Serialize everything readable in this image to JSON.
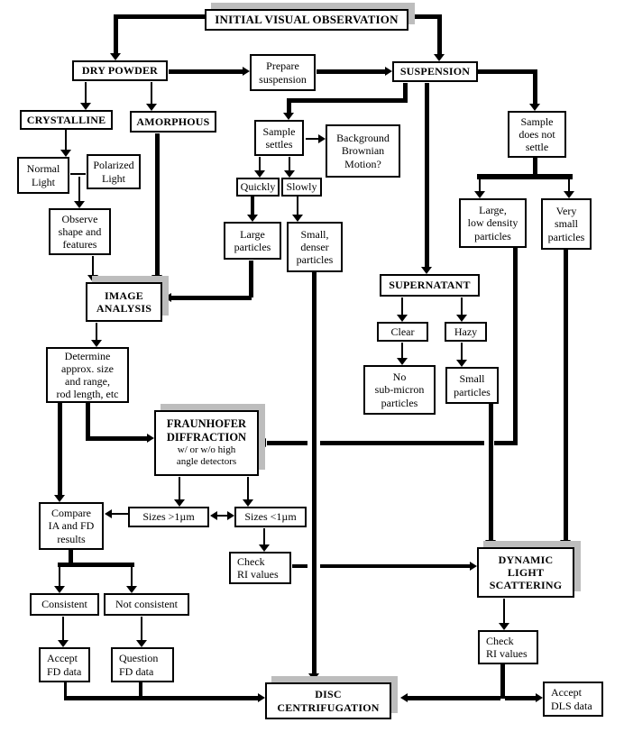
{
  "diagram": {
    "nodes": {
      "initial_visual_observation": {
        "label": "INITIAL VISUAL OBSERVATION"
      },
      "dry_powder": {
        "label": "DRY POWDER"
      },
      "prepare_suspension": {
        "label": "Prepare\nsuspension"
      },
      "suspension": {
        "label": "SUSPENSION"
      },
      "crystalline": {
        "label": "CRYSTALLINE"
      },
      "amorphous": {
        "label": "AMORPHOUS"
      },
      "normal_light": {
        "label": "Normal\nLight"
      },
      "polarized_light": {
        "label": "Polarized\nLight"
      },
      "observe_shape": {
        "label": "Observe\nshape and\nfeatures"
      },
      "image_analysis": {
        "label": "IMAGE\nANALYSIS"
      },
      "sample_settles": {
        "label": "Sample\nsettles"
      },
      "background_brownian": {
        "label": "Background\nBrownian\nMotion?"
      },
      "quickly": {
        "label": "Quickly"
      },
      "slowly": {
        "label": "Slowly"
      },
      "large_particles": {
        "label": "Large\nparticles"
      },
      "small_denser_particles": {
        "label": "Small,\ndenser\nparticles"
      },
      "sample_does_not_settle": {
        "label": "Sample\ndoes not\nsettle"
      },
      "large_low_density_particles": {
        "label": "Large,\nlow density\nparticles"
      },
      "very_small_particles": {
        "label": "Very\nsmall\nparticles"
      },
      "supernatant": {
        "label": "SUPERNATANT"
      },
      "clear": {
        "label": "Clear"
      },
      "hazy": {
        "label": "Hazy"
      },
      "no_submicron_particles": {
        "label": "No\nsub-micron\nparticles"
      },
      "small_particles": {
        "label": "Small\nparticles"
      },
      "determine_size": {
        "label": "Determine\napprox. size\nand range,\nrod length, etc"
      },
      "fraunhofer": {
        "title": "FRAUNHOFER\nDIFFRACTION",
        "subtitle": "w/ or w/o high\nangle detectors"
      },
      "sizes_gt_1um": {
        "label": "Sizes >1µm"
      },
      "sizes_lt_1um": {
        "label": "Sizes <1µm"
      },
      "check_ri_values_fd": {
        "label": "Check\nRI values"
      },
      "compare_ia_fd": {
        "label": "Compare\nIA and FD\nresults"
      },
      "consistent": {
        "label": "Consistent"
      },
      "not_consistent": {
        "label": "Not consistent"
      },
      "accept_fd_data": {
        "label": "Accept\nFD data"
      },
      "question_fd_data": {
        "label": "Question\nFD data"
      },
      "dynamic_light_scattering": {
        "label": "DYNAMIC\nLIGHT\nSCATTERING"
      },
      "check_ri_values_dls": {
        "label": "Check\nRI values"
      },
      "disc_centrifugation": {
        "label": "DISC\nCENTRIFUGATION"
      },
      "accept_dls_data": {
        "label": "Accept\nDLS data"
      }
    },
    "colors": {
      "background": "#ffffff",
      "box_border": "#000000",
      "connector": "#000000",
      "shadow": "#bdbdbd"
    }
  }
}
